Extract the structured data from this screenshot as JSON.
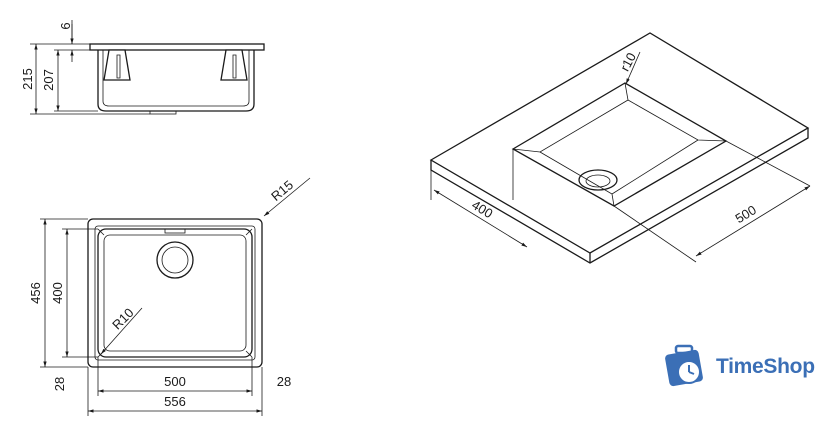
{
  "side_view": {
    "dims": {
      "total_height": "215",
      "bowl_height": "207",
      "rim": "6"
    }
  },
  "top_view": {
    "dims": {
      "outer_height": "456",
      "inner_height": "400",
      "left_margin": "28",
      "right_margin": "28",
      "inner_width": "500",
      "outer_width": "556",
      "outer_radius": "R15",
      "inner_radius": "R10"
    }
  },
  "iso_view": {
    "dims": {
      "depth": "400",
      "width": "500",
      "radius": "r10"
    }
  },
  "brand": {
    "name": "TimeShop",
    "color": "#3b6fb6"
  }
}
